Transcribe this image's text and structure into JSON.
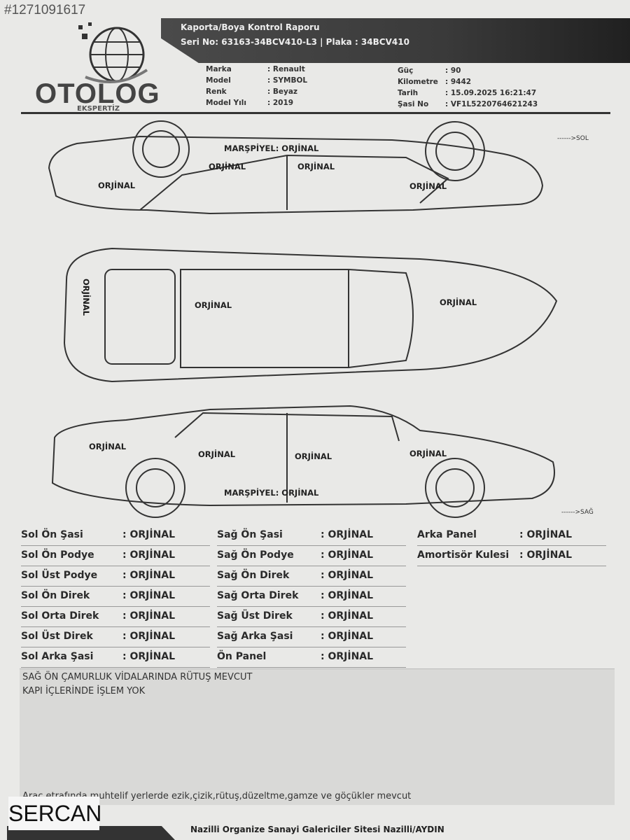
{
  "watermark_id": "#1271091617",
  "header": {
    "title": "Kaporta/Boya Kontrol Raporu",
    "serial_line": "Seri No: 63163-34BCV410-L3 | Plaka : 34BCV410",
    "logo": "OTOLOG",
    "logo_sub": "EKSPERTİZ"
  },
  "vehicle": {
    "left": [
      {
        "k": "Marka",
        "v": ": Renault"
      },
      {
        "k": "Model",
        "v": ": SYMBOL"
      },
      {
        "k": "Renk",
        "v": ": Beyaz"
      },
      {
        "k": "Model Yılı",
        "v": ": 2019"
      }
    ],
    "right": [
      {
        "k": "Güç",
        "v": ": 90"
      },
      {
        "k": "Kilometre",
        "v": ": 9442"
      },
      {
        "k": "Tarih",
        "v": ": 15.09.2025 16:21:47"
      },
      {
        "k": "Şasi No",
        "v": ": VF1L5220764621243"
      }
    ]
  },
  "diagram": {
    "sol_arrow": "------>SOL",
    "sag_arrow": "------>SAĞ",
    "left_side": {
      "marspiyel": "MARŞPİYEL: ORJİNAL",
      "front_door": "ORJİNAL",
      "rear_door": "ORJİNAL",
      "front_fender": "ORJİNAL",
      "rear_fender": "ORJİNAL"
    },
    "top": {
      "trunk": "ORJİNAL",
      "roof": "ORJİNAL",
      "hood": "ORJİNAL"
    },
    "right_side": {
      "rear_fender": "ORJİNAL",
      "rear_door": "ORJİNAL",
      "front_door": "ORJİNAL",
      "front_fender": "ORJİNAL",
      "marspiyel": "MARŞPİYEL: ORJİNAL"
    }
  },
  "checks": {
    "col1": [
      {
        "k": "Sol Ön Şasi",
        "v": ": ORJİNAL"
      },
      {
        "k": "Sol Ön Podye",
        "v": ": ORJİNAL"
      },
      {
        "k": "Sol Üst Podye",
        "v": ": ORJİNAL"
      },
      {
        "k": "Sol Ön Direk",
        "v": ": ORJİNAL"
      },
      {
        "k": "Sol Orta Direk",
        "v": ": ORJİNAL"
      },
      {
        "k": "Sol Üst Direk",
        "v": ": ORJİNAL"
      },
      {
        "k": "Sol Arka Şasi",
        "v": ": ORJİNAL"
      }
    ],
    "col2": [
      {
        "k": "Sağ Ön Şasi",
        "v": ": ORJİNAL"
      },
      {
        "k": "Sağ Ön Podye",
        "v": ": ORJİNAL"
      },
      {
        "k": "Sağ Ön Direk",
        "v": ": ORJİNAL"
      },
      {
        "k": "Sağ Orta Direk",
        "v": ": ORJİNAL"
      },
      {
        "k": "Sağ Üst Direk",
        "v": ": ORJİNAL"
      },
      {
        "k": "Sağ Arka Şasi",
        "v": ": ORJİNAL"
      },
      {
        "k": "Ön Panel",
        "v": ": ORJİNAL"
      }
    ],
    "col3": [
      {
        "k": "Arka Panel",
        "v": ": ORJİNAL"
      },
      {
        "k": "Amortisör Kulesi",
        "v": ": ORJİNAL"
      }
    ]
  },
  "notes": {
    "line1": "SAĞ ÖN ÇAMURLUK VİDALARINDA RÜTUŞ MEVCUT",
    "line2": "KAPI İÇLERİNDE İŞLEM YOK",
    "footer_note": "Araç etrafında muhtelif yerlerde ezik,çizik,rütuş,düzeltme,gamze ve göçükler mevcut"
  },
  "footer": {
    "address": "Nazilli Organize Sanayi Galericiler Sitesi Nazilli/AYDIN",
    "stamp": "SERCAN"
  }
}
